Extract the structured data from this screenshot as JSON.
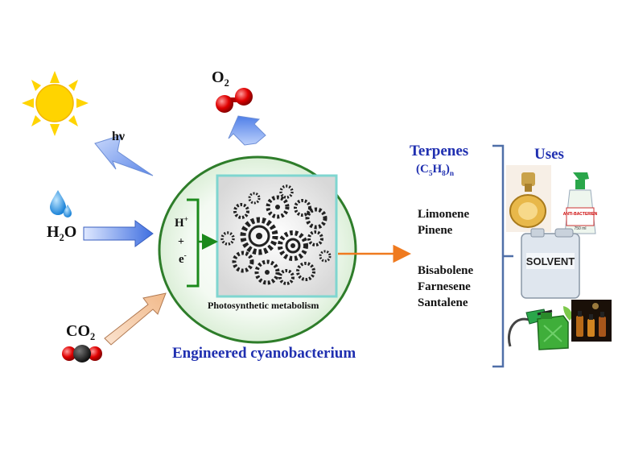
{
  "labels": {
    "light": "hν",
    "oxygen": {
      "symbol": "O",
      "sub": "2"
    },
    "water": {
      "symbol1": "H",
      "sub": "2",
      "symbol2": "O"
    },
    "carbon_dioxide": {
      "symbol": "CO",
      "sub": "2"
    },
    "proton": {
      "symbol": "H",
      "sup": "+"
    },
    "plus": "+",
    "electron": {
      "symbol": "e",
      "sup": "-"
    },
    "metabolism": "Photosynthetic metabolism",
    "organism": "Engineered cyanobacterium"
  },
  "terpenes": {
    "title": "Terpenes",
    "formula": {
      "open": "(C",
      "c_sub": "5",
      "h": "H",
      "h_sub": "8",
      "close": ")",
      "n_sub": "n"
    }
  },
  "products": {
    "group1": [
      "Limonene",
      "Pinene"
    ],
    "group2": [
      "Bisabolene",
      "Farnesene",
      "Santalene"
    ]
  },
  "uses": {
    "title": "Uses",
    "solvent_label": "SOLVENT",
    "spray_label": "ANTI-BACTERIEN",
    "spray_volume": "750 ml",
    "items": [
      "perfume-bottle",
      "spray-bottle",
      "solvent-canister",
      "fuel-pump",
      "fuel-jerrycan",
      "essential-oil-bottles"
    ]
  },
  "colors": {
    "sun": "#ffd400",
    "arrow_blue": "#4f7fe8",
    "arrow_tan": "#f3c39c",
    "cell_border": "#2e7d2a",
    "green_arrow": "#1c8a1c",
    "orange_arrow": "#ef7a1f",
    "bracket": "#4f6fa8",
    "title_blue": "#1f2fb0"
  }
}
